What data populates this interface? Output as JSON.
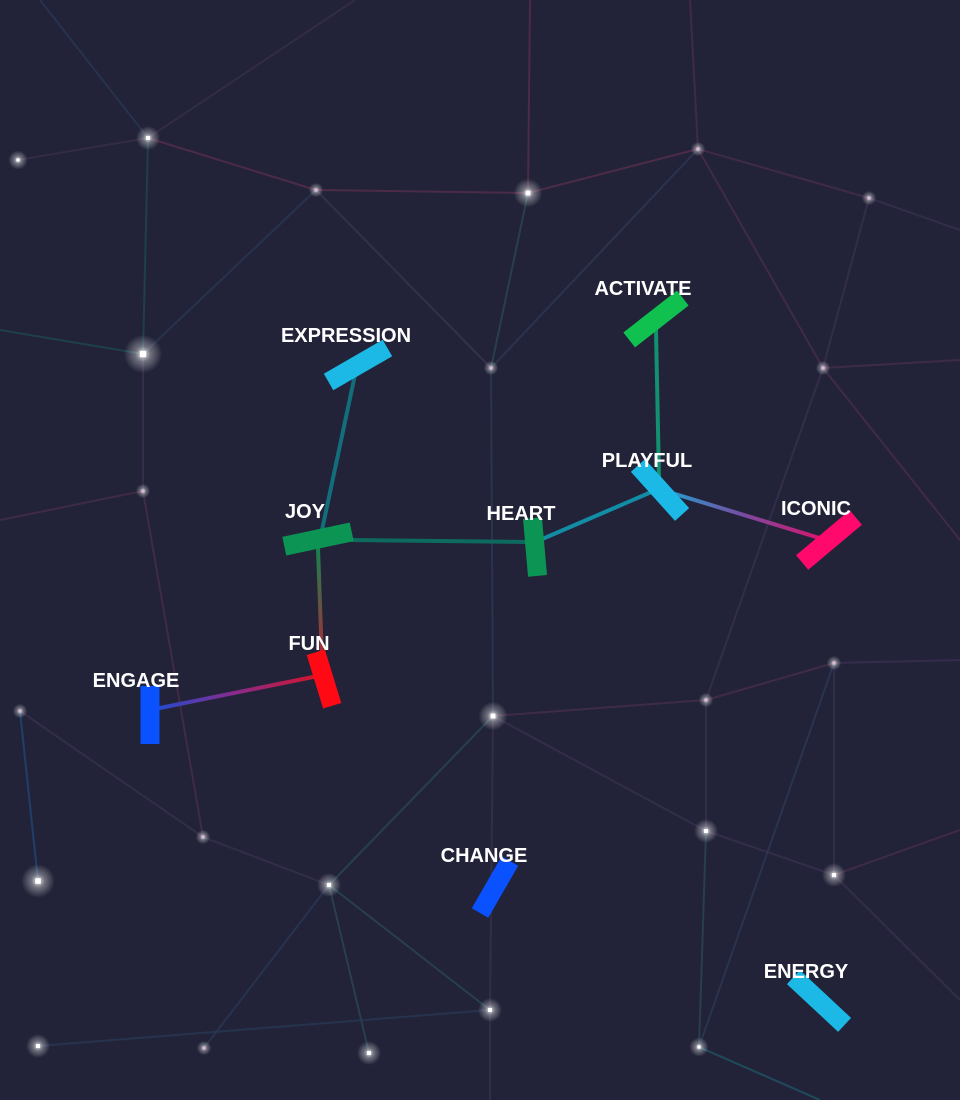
{
  "background": "#222338",
  "nodes": [
    {
      "id": "expression",
      "label": "EXPRESSION",
      "color": "#1cb8e6"
    },
    {
      "id": "activate",
      "label": "ACTIVATE",
      "color": "#10c150"
    },
    {
      "id": "playful",
      "label": "PLAYFUL",
      "color": "#1cb8e6"
    },
    {
      "id": "iconic",
      "label": "ICONIC",
      "color": "#ff0a6c"
    },
    {
      "id": "joy",
      "label": "JOY",
      "color": "#0b9453"
    },
    {
      "id": "heart",
      "label": "HEART",
      "color": "#0b9453"
    },
    {
      "id": "fun",
      "label": "FUN",
      "color": "#ff0a14"
    },
    {
      "id": "engage",
      "label": "ENGAGE",
      "color": "#0a52ff"
    },
    {
      "id": "change",
      "label": "CHANGE",
      "color": "#0a52ff"
    },
    {
      "id": "energy",
      "label": "ENERGY",
      "color": "#1cb8e6"
    }
  ],
  "edges": [
    {
      "from": "expression",
      "to": "joy"
    },
    {
      "from": "joy",
      "to": "heart"
    },
    {
      "from": "joy",
      "to": "fun"
    },
    {
      "from": "fun",
      "to": "engage"
    },
    {
      "from": "heart",
      "to": "playful"
    },
    {
      "from": "activate",
      "to": "playful"
    },
    {
      "from": "playful",
      "to": "iconic"
    }
  ]
}
